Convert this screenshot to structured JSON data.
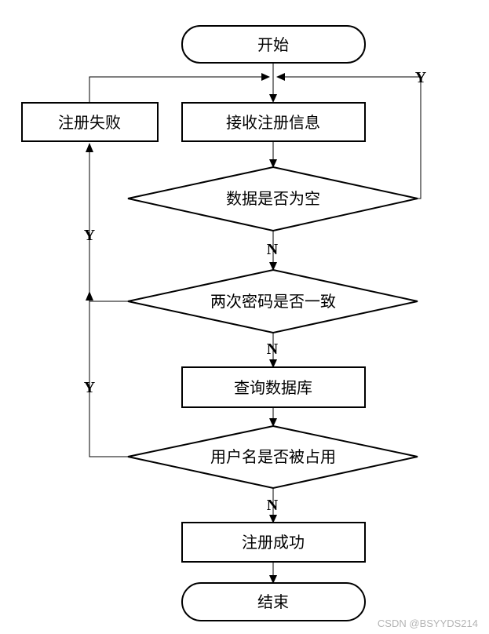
{
  "diagram": {
    "nodes": {
      "start": "开始",
      "receive": "接收注册信息",
      "fail": "注册失败",
      "empty_check": "数据是否为空",
      "pwd_check": "两次密码是否一致",
      "query_db": "查询数据库",
      "user_check": "用户名是否被占用",
      "success": "注册成功",
      "end": "结束"
    },
    "edges": {
      "yes": "Y",
      "no": "N"
    }
  },
  "watermark": "CSDN @BSYYDS214"
}
